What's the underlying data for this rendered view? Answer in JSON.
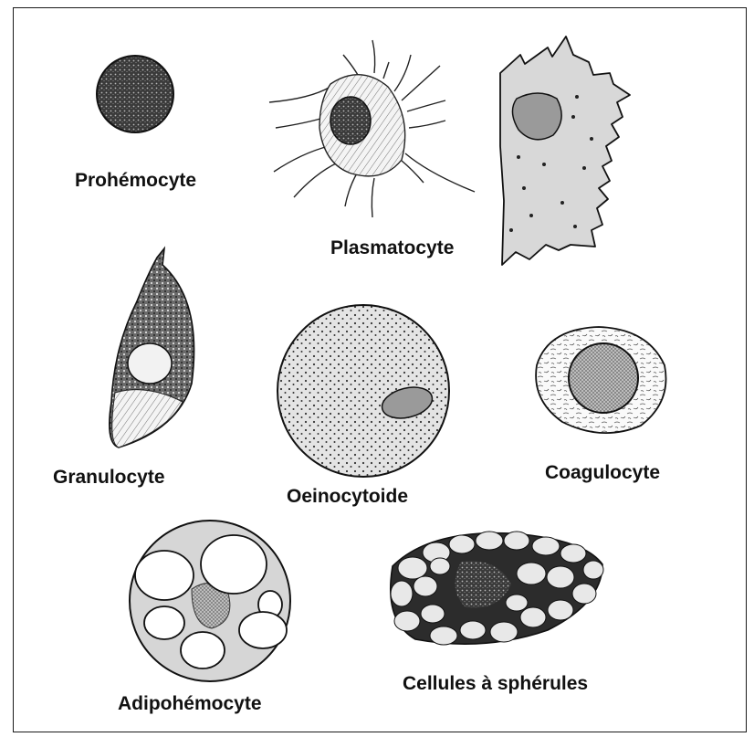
{
  "labels": {
    "prohemocyte": "Prohémocyte",
    "plasmatocyte": "Plasmatocyte",
    "granulocyte": "Granulocyte",
    "oeinocytoide": "Oeinocytoide",
    "coagulocyte": "Coagulocyte",
    "adipohemocyte": "Adipohémocyte",
    "spherulocyte": "Cellules à sphérules"
  },
  "colors": {
    "ink": "#1a1a1a",
    "fill_grey": "#d4d4d4",
    "nucleus_grey": "#9a9a9a",
    "dark_stipple": "#2e2e2e"
  }
}
